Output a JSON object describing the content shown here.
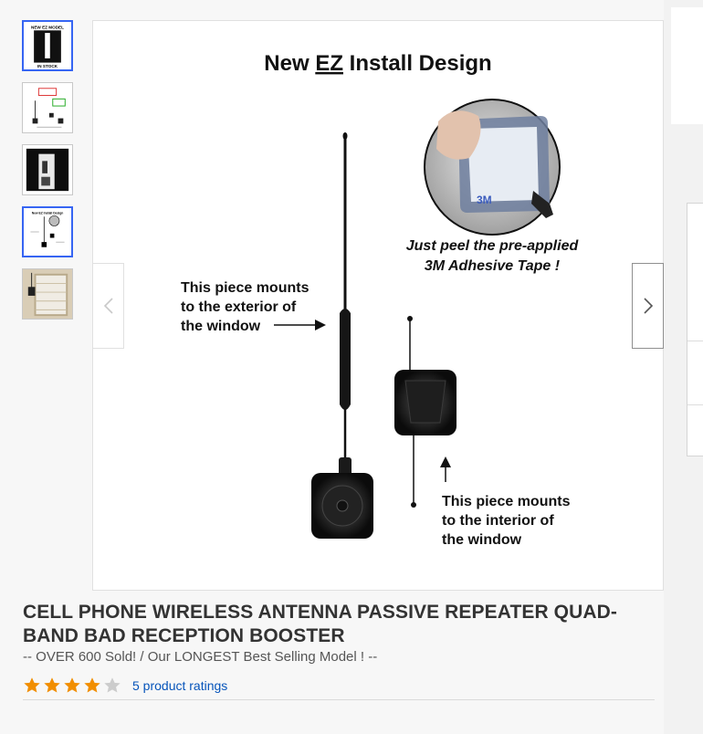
{
  "main_image": {
    "heading_prefix": "New ",
    "heading_ez": "EZ",
    "heading_suffix": " Install Design",
    "tape_caption_line1": "Just peel the pre-applied",
    "tape_caption_line2": "3M Adhesive Tape !",
    "tape_label": "3M",
    "exterior_line1": "This piece mounts",
    "exterior_line2": "to the exterior of",
    "exterior_line3": "the window",
    "interior_line1": "This piece mounts",
    "interior_line2": "to the interior of",
    "interior_line3": "the window"
  },
  "thumbnails": [
    {
      "label_top": "NEW EZ MODEL",
      "label_bottom": "IN STOCK",
      "active": true
    },
    {
      "active": false
    },
    {
      "active": false
    },
    {
      "label_top": "New EZ Install Design",
      "active": true
    },
    {
      "active": false
    }
  ],
  "product": {
    "title": "CELL PHONE WIRELESS ANTENNA PASSIVE REPEATER QUAD-BAND BAD RECEPTION BOOSTER",
    "subtitle": "-- OVER 600 Sold! / Our LONGEST Best Selling Model ! --",
    "rating_value": 4,
    "rating_max": 5,
    "ratings_text": "5 product ratings"
  },
  "navigation": {
    "prev_icon": "chevron-left-icon",
    "next_icon": "chevron-right-icon"
  },
  "colors": {
    "star_filled": "#f18e00",
    "star_empty": "#cccccc",
    "link": "#0654ba",
    "active_thumb_border": "#3665f3"
  }
}
